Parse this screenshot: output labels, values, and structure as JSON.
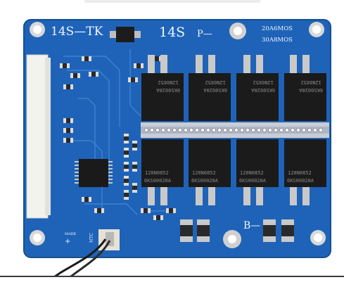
{
  "image": {
    "subject": "pcb-board",
    "colors": {
      "board": "#1f63b8",
      "board_dark": "#164f98",
      "trace": "#3f86d6",
      "mosfet": "#1b1b1b",
      "metal": "#c9c9c9",
      "connector": "#eeeeea",
      "silkscreen": "#eef6ff"
    }
  },
  "labels": {
    "model_top_left": "14S—TK",
    "model_center": "14S",
    "pminus": "P—",
    "mos_rating_20a": "20A6MOS",
    "mos_rating_30a": "30A8MOS",
    "bminus": "B—",
    "mark": "MARK",
    "ntc": "NTC",
    "mosfet_codes": [
      "12N0852",
      "6KS0020A",
      "120N0852",
      "6KS00020A"
    ]
  }
}
